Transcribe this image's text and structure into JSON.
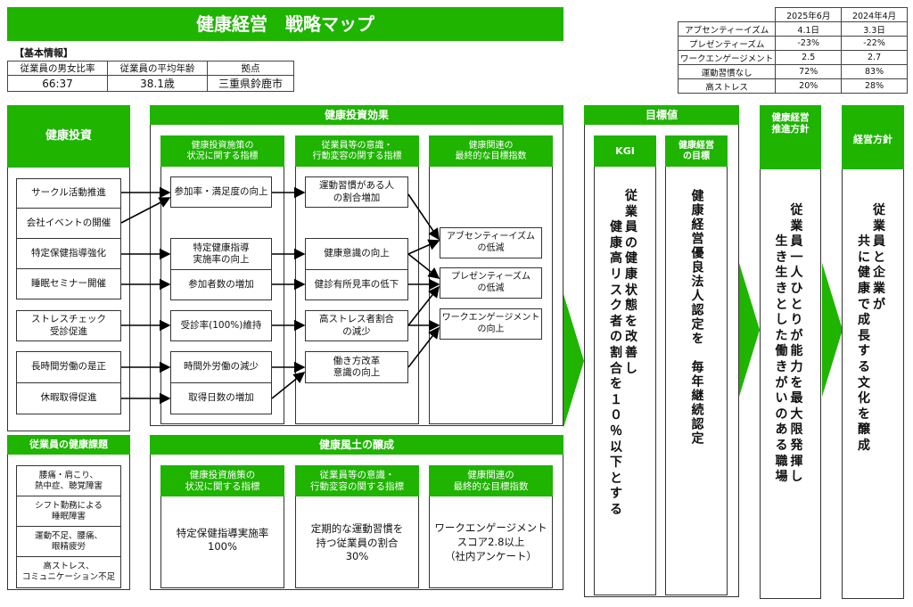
{
  "title": "健康経営　戦略マップ",
  "basic_info": {
    "label": "【基本情報】",
    "headers": [
      "従業員の男女比率",
      "従業員の平均年齢",
      "拠点"
    ],
    "values": [
      "66:37",
      "38.1歳",
      "三重県鈴鹿市"
    ]
  },
  "metrics": {
    "headers": [
      "2025年6月",
      "2024年4月"
    ],
    "rows": [
      {
        "label": "アブセンティーイズム",
        "v1": "4.1日",
        "v2": "3.3日"
      },
      {
        "label": "プレゼンティーズム",
        "v1": "-23%",
        "v2": "-22%"
      },
      {
        "label": "ワークエンゲージメント",
        "v1": "2.5",
        "v2": "2.7"
      },
      {
        "label": "運動習慣なし",
        "v1": "72%",
        "v2": "83%"
      },
      {
        "label": "高ストレス",
        "v1": "20%",
        "v2": "28%"
      }
    ]
  },
  "investment": {
    "header": "健康投資",
    "items": [
      "サークル活動推進",
      "会社イベントの開催",
      "特定保健指導強化",
      "睡眠セミナー開催",
      "ストレスチェック\n受診促進",
      "長時間労働の是正",
      "休暇取得促進"
    ]
  },
  "issues": {
    "header": "従業員の健康課題",
    "items": [
      "腰痛・肩こり、\n熱中症、聴覚障害",
      "シフト勤務による\n睡眠障害",
      "運動不足、腰痛、\n眼精疲労",
      "高ストレス、\nコミュニケーション不足"
    ]
  },
  "effect": {
    "header": "健康投資効果",
    "col_headers": [
      "健康投資施策の\n状況に関する指標",
      "従業員等の意識・\n行動変容の関する指標",
      "健康関連の\n最終的な目標指数"
    ],
    "col1": [
      "参加率・満足度の向上",
      "特定健康指導\n実施率の向上",
      "参加者数の増加",
      "受診率(100%)維持",
      "時間外労働の減少",
      "取得日数の増加"
    ],
    "col2": [
      "運動習慣がある人\nの割合増加",
      "健康意識の向上",
      "健診有所見率の低下",
      "高ストレス者割合\nの減少",
      "働き方改革\n意識の向上"
    ],
    "col3": [
      "アブセンティーイズム\nの低減",
      "プレゼンティーズム\nの低減",
      "ワークエンゲージメント\nの向上"
    ]
  },
  "culture": {
    "header": "健康風土の醸成",
    "values": [
      "特定保健指導実施率\n100%",
      "定期的な運動習慣を\n持つ従業員の割合\n30%",
      "ワークエンゲージメント\nスコア2.8以上\n（社内アンケート）"
    ]
  },
  "targets": {
    "header": "目標値",
    "kgi_header": "KGI",
    "kgi_text": "　従\n　業\n健員\n康の\n高健\nリ康\nス状\nク態\n者を\nの改\n割善\n合し\nを\n１\n０\n％\n以\n下\nと\nす\nる",
    "goal_header": "健康経営\nの目標",
    "goal_text": "健康経営優良法人認定を　毎年継続認定"
  },
  "promotion": {
    "header": "健康経営\n推進方針",
    "text": "　従\n　業\n生員\nき一\n生人\nきひ\nとと\nしり\nたが\n働能\nき力\nがを\nい最\nの大\nあ限\nる発\n職揮\n場し"
  },
  "policy": {
    "header": "経営方針",
    "text": "　従\n　業\n共員\nにと\n健企\n康業\nでが\n成\n長\nす\nる\n文\n化\nを\n醸\n成"
  },
  "colors": {
    "accent": "#1eb400"
  }
}
